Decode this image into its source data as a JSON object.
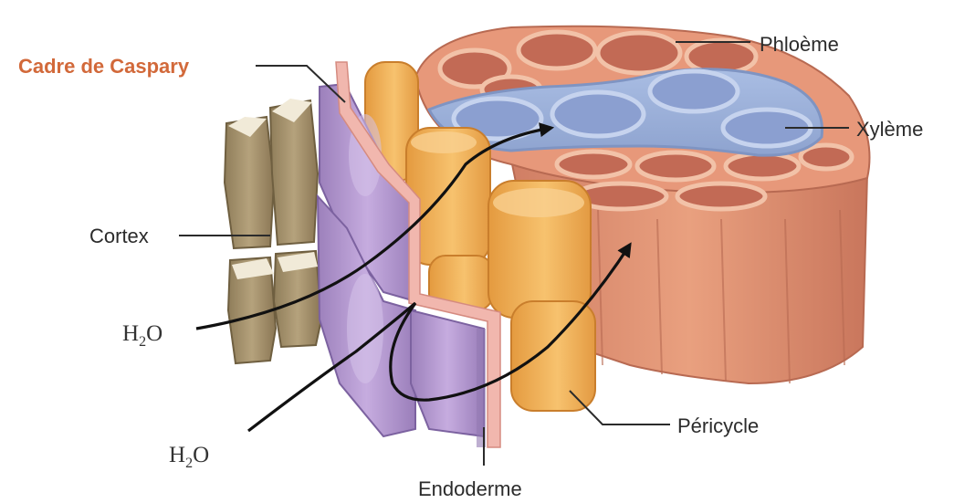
{
  "labels": {
    "caspary": "Cadre de Caspary",
    "phloeme": "Phloème",
    "xyleme": "Xylème",
    "cortex": "Cortex",
    "pericycle": "Péricycle",
    "endoderme": "Endoderme",
    "water_1": "H",
    "water_1_sub": "2",
    "water_1_tail": "O",
    "water_2": "H",
    "water_2_sub": "2",
    "water_2_tail": "O"
  },
  "colors": {
    "accent_label": "#d2693a",
    "cortex": "#a8946e",
    "endoderm": "#b79ad0",
    "caspary_strip": "#f0b8b0",
    "pericycle": "#f2b35c",
    "phloem": "#d9876c",
    "xylem": "#9fb3d9"
  }
}
